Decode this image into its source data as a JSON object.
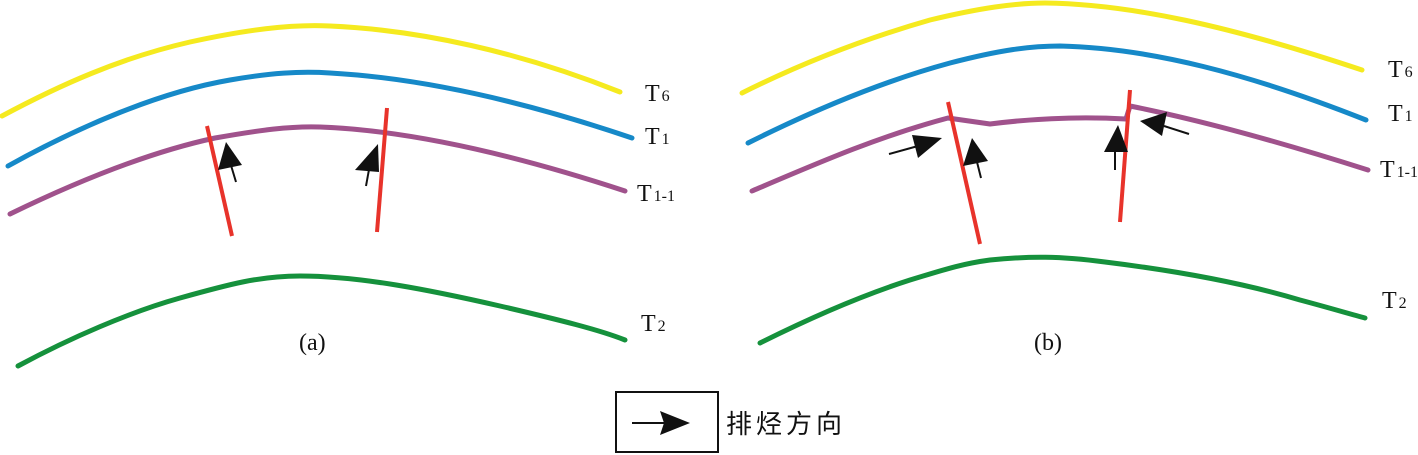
{
  "colors": {
    "T6": "#f5ea1f",
    "T1": "#1689c8",
    "T1_1": "#a0528c",
    "T2": "#15913c",
    "fault": "#e8332b",
    "arrow": "#111111"
  },
  "panels": [
    {
      "caption": "(a)",
      "labels": {
        "T6": [
          "T",
          "6"
        ],
        "T1": [
          "T",
          "1"
        ],
        "T1_1": [
          "T",
          "1-1"
        ],
        "T2": [
          "T",
          "2"
        ]
      }
    },
    {
      "caption": "(b)",
      "labels": {
        "T6": [
          "T",
          "6"
        ],
        "T1": [
          "T",
          "1"
        ],
        "T1_1": [
          "T",
          "1-1"
        ],
        "T2": [
          "T",
          "2"
        ]
      }
    }
  ],
  "legend": {
    "label": "排烃方向",
    "icon": "arrow-icon"
  }
}
